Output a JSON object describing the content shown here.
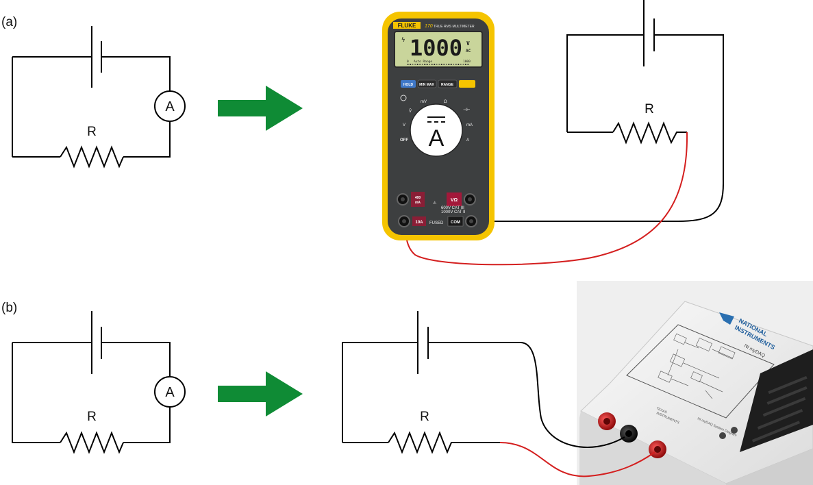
{
  "panels": {
    "a": {
      "label": "(a)"
    },
    "b": {
      "label": "(b)"
    }
  },
  "components": {
    "resistor_label": "R",
    "ammeter_symbol": "A"
  },
  "multimeter": {
    "brand": "FLUKE",
    "model": "170",
    "subtitle": "TRUE RMS MULTIMETER",
    "display_reading": "1000",
    "display_unit_top": "V",
    "display_unit_bottom": "AC",
    "range_text": "Auto Range",
    "bargraph_start": "0",
    "bargraph_end": "1000",
    "buttons": [
      "HOLD",
      "MIN MAX",
      "RANGE"
    ],
    "dial_big_symbol": "A",
    "dial_off": "OFF",
    "jack_400ma_top": "400",
    "jack_400ma_bottom": "mA",
    "jack_10a": "10A",
    "jack_com": "COM",
    "cat_line1": "600V CAT III",
    "cat_line2": "1000V CAT II",
    "fused": "FUSED"
  },
  "daq": {
    "brand_line1": "NATIONAL",
    "brand_line2": "INSTRUMENTS",
    "model": "NI myDAQ",
    "footer": "NI myDAQ System Diagram",
    "ti_line1": "TEXAS",
    "ti_line2": "INSTRUMENTS"
  },
  "colors": {
    "arrow_green": "#0f8b35",
    "meter_yellow": "#f5c400",
    "meter_body": "#3d3f40",
    "lcd_green": "#c9d59b",
    "lead_red": "#d41f1f",
    "jack_red": "#c8102e"
  }
}
